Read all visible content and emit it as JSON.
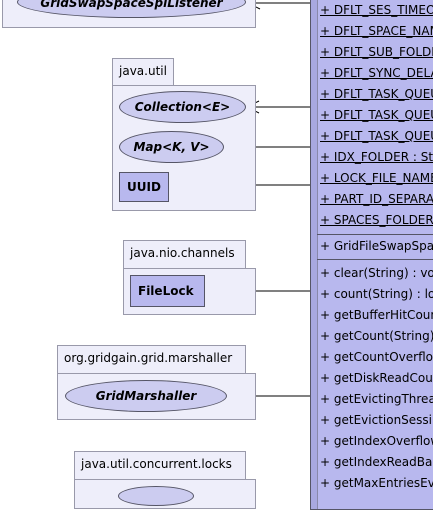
{
  "top_partial_interface": "GridSwapSpaceSpiListener",
  "packages": [
    {
      "name": "java.util",
      "interfaces": [
        "Collection<E>",
        "Map<K, V>"
      ],
      "classes": [
        "UUID"
      ]
    },
    {
      "name": "java.nio.channels",
      "classes": [
        "FileLock"
      ]
    },
    {
      "name": "org.gridgain.grid.marshaller",
      "interfaces": [
        "GridMarshaller"
      ]
    },
    {
      "name": "java.util.concurrent.locks"
    }
  ],
  "main_class": {
    "static_fields": [
      "+ DFLT_SES_TIMEO",
      "+ DFLT_SPACE_NAM",
      "+ DFLT_SUB_FOLDE",
      "+ DFLT_SYNC_DELA",
      "+ DFLT_TASK_QUEU",
      "+ DFLT_TASK_QUEU",
      "+ DFLT_TASK_QUEU",
      "+ IDX_FOLDER : Str",
      "+ LOCK_FILE_NAME",
      "+ PART_ID_SEPARA",
      "+ SPACES_FOLDER"
    ],
    "constructors": [
      "+ GridFileSwapSpa"
    ],
    "methods": [
      "+ clear(String) : vo",
      "+ count(String) : lo",
      "+ getBufferHitCoun",
      "+ getCount(String)",
      "+ getCountOverflow",
      "+ getDiskReadCou",
      "+ getEvictingThrea",
      "+ getEvictionSessi",
      "+ getIndexOverflow",
      "+ getIndexReadBa",
      "+ getMaxEntriesEv"
    ]
  }
}
